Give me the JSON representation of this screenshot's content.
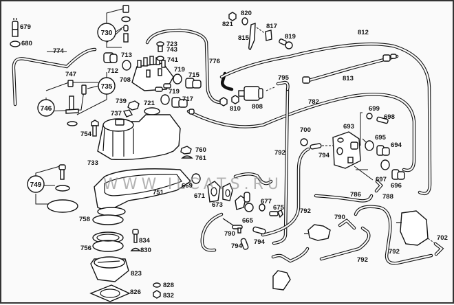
{
  "diagram": {
    "title": "Fuel injection system exploded parts diagram",
    "watermark": "WWW.ILCATS.RU",
    "colors": {
      "line": "#111111",
      "background": "#fafafa",
      "watermark": "#9a9a9a",
      "border": "#333333"
    },
    "group_callouts": [
      {
        "id": "730"
      },
      {
        "id": "735"
      },
      {
        "id": "746"
      },
      {
        "id": "749"
      }
    ],
    "part_labels": {
      "p679": "679",
      "p680": "680",
      "p774": "774",
      "p730": "730",
      "p712": "712",
      "p713": "713",
      "p708": "708",
      "p747": "747",
      "p735": "735",
      "p746": "746",
      "p739": "739",
      "p737": "737",
      "p721": "721",
      "p754": "754",
      "p733": "733",
      "p749": "749",
      "p758": "758",
      "p756": "756",
      "p834": "834",
      "p830": "830",
      "p823": "823",
      "p826": "826",
      "p828": "828",
      "p832": "832",
      "p723": "723",
      "p743": "743",
      "p741": "741",
      "p719a": "719",
      "p719b": "719",
      "p715": "715",
      "p717": "717",
      "p776": "776",
      "p760": "760",
      "p761": "761",
      "p751": "751",
      "p669": "669",
      "p671": "671",
      "p673": "673",
      "p665": "665",
      "p677": "677",
      "p675": "675",
      "p790a": "790",
      "p794a": "794",
      "p794b": "794",
      "p821": "821",
      "p820": "820",
      "p817": "817",
      "p815": "815",
      "p819": "819",
      "p812": "812",
      "p813": "813",
      "p795": "795",
      "p810": "810",
      "p808": "808",
      "p782": "782",
      "p792a": "792",
      "p792b": "792",
      "p792c": "792",
      "p792d": "792",
      "p700": "700",
      "p794c": "794",
      "p693": "693",
      "p699": "699",
      "p698": "698",
      "p695": "695",
      "p694": "694",
      "p697": "697",
      "p696": "696",
      "p786": "786",
      "p788": "788",
      "p790b": "790",
      "p702": "702"
    }
  }
}
